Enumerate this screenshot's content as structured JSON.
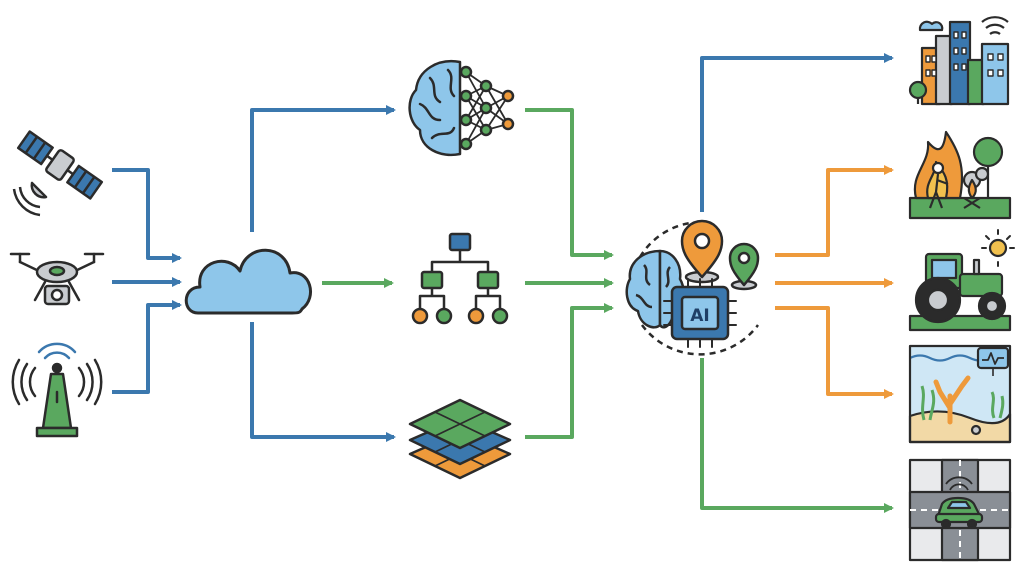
{
  "palette": {
    "blue": "#3b78ae",
    "green": "#5aa85f",
    "orange": "#ee9a3b",
    "light_blue": "#8ec6ea",
    "dark_green": "#3d8a4e",
    "outline": "#2b2b2b"
  },
  "chip_label": "AI",
  "sources": [
    {
      "name": "satellite",
      "icon": "satellite-icon"
    },
    {
      "name": "drone",
      "icon": "drone-icon"
    },
    {
      "name": "sensor-tower",
      "icon": "antenna-tower-icon"
    }
  ],
  "processing": [
    {
      "name": "neural-network",
      "icon": "brain-network-icon"
    },
    {
      "name": "decision-tree",
      "icon": "tree-hierarchy-icon"
    },
    {
      "name": "map-layers",
      "icon": "stacked-layers-icon"
    }
  ],
  "applications": [
    {
      "name": "smart-city",
      "icon": "city-skyline-icon"
    },
    {
      "name": "wildfire",
      "icon": "wildfire-icon"
    },
    {
      "name": "agriculture",
      "icon": "tractor-icon"
    },
    {
      "name": "ocean-monitoring",
      "icon": "coral-reef-icon"
    },
    {
      "name": "traffic",
      "icon": "intersection-icon"
    }
  ]
}
